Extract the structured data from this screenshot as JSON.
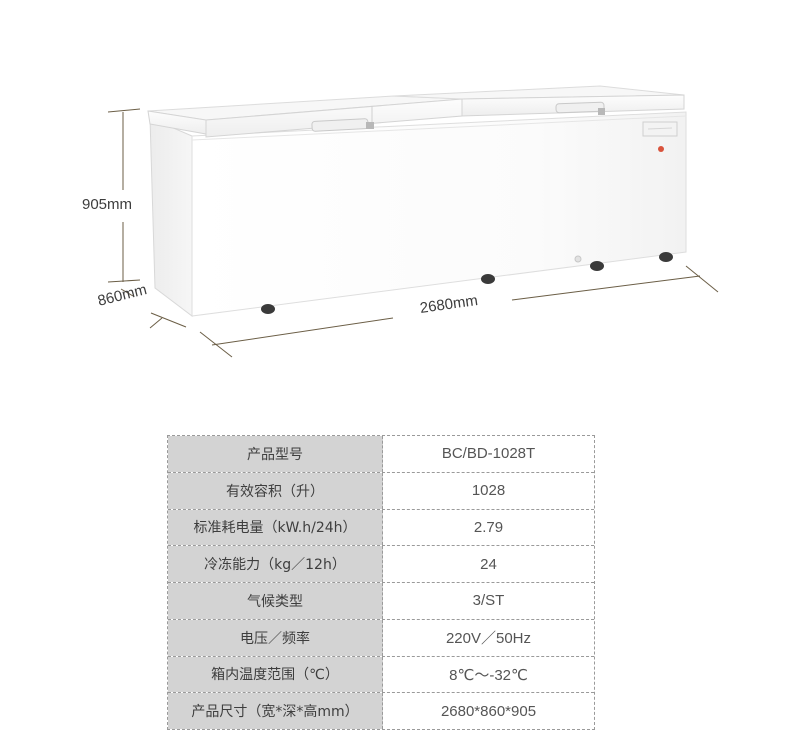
{
  "dimensions": {
    "height": "905mm",
    "depth": "860mm",
    "width": "2680mm"
  },
  "specs": [
    {
      "label": "产品型号",
      "value": "BC/BD-1028T"
    },
    {
      "label": "有效容积（升）",
      "value": "1028"
    },
    {
      "label": "标准耗电量（kW.h/24h）",
      "value": "2.79"
    },
    {
      "label": "冷冻能力（kg／12h）",
      "value": "24"
    },
    {
      "label": "气候类型",
      "value": "3/ST"
    },
    {
      "label": "电压／频率",
      "value": "220V／50Hz"
    },
    {
      "label": "箱内温度范围（℃）",
      "value": "8℃～-32℃"
    },
    {
      "label": "产品尺寸（宽*深*高mm）",
      "value": "2680*860*905"
    }
  ],
  "colors": {
    "label_bg": "#d3d3d3",
    "border": "#9a9a9a",
    "dimension_line": "#6b5e46"
  }
}
